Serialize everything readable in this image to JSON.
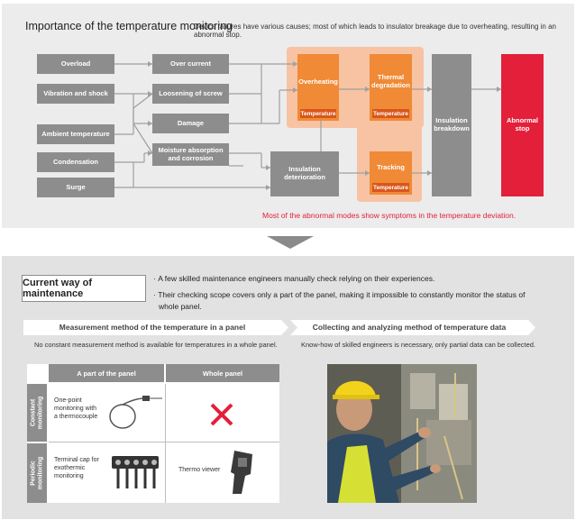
{
  "top": {
    "title": "Importance of the temperature monitoring",
    "subtitle": "Device failures have various causes; most of which leads to insulator breakage due to overheating, resulting in an abnormal stop.",
    "causes": [
      "Overload",
      "Vibration and shock",
      "Ambient temperature",
      "Condensation",
      "Surge"
    ],
    "effects": [
      "Over current",
      "Loosening of screw",
      "Damage",
      "Moisture absorption and corrosion"
    ],
    "insulation_deterioration": "Insulation deterioration",
    "overheating": "Overheating",
    "thermal_degradation": "Thermal degradation",
    "tracking": "Tracking",
    "temperature_tag": "Temperature",
    "insulation_breakdown": "Insulation breakdown",
    "abnormal_stop": "Abnormal stop",
    "note": "Most of the abnormal modes show symptoms in the temperature deviation.",
    "colors": {
      "orange": "#f08a36",
      "tag": "#d8561c",
      "red": "#e41f3a",
      "gray": "#8d8d8d"
    }
  },
  "bottom": {
    "current_way": "Current way of maintenance",
    "bullets": [
      "A few skilled maintenance engineers manually check relying on their experiences.",
      "Their checking scope covers only a part of the panel, making it impossible to constantly monitor the status of",
      "whole panel."
    ],
    "banner_left": "Measurement method of the temperature in a panel",
    "banner_right": "Collecting and analyzing method of temperature data",
    "note_left": "No constant measurement method is available for temperatures in a whole panel.",
    "note_right": "Know-how of skilled engineers is necessary, only partial data can be collected.",
    "table": {
      "col1": "A part of the panel",
      "col2": "Whole panel",
      "row1_head": "Constant monitoring",
      "row2_head": "Periodic monitoring",
      "row1_text": "One-point monitoring with a thermocouple",
      "row2_text": "Terminal cap for exothermic monitoring",
      "row2_whole": "Thermo viewer"
    }
  }
}
